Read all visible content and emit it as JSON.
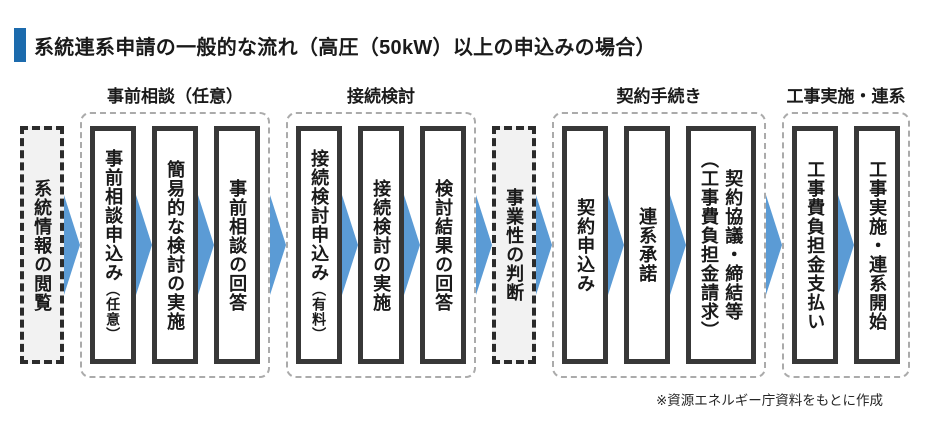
{
  "header": {
    "title": "系統連系申請の一般的な流れ（高圧（50kW）以上の申込みの場合）",
    "accent_color": "#1C6BAD"
  },
  "flow": {
    "arrow_color": "#5B9BD5",
    "standalone_start": {
      "label": "系統情報の閲覧"
    },
    "standalone_decision": {
      "label": "事業性の判断"
    },
    "groups": [
      {
        "label": "事前相談（任意）",
        "boxes": [
          {
            "label": "事前相談申込み",
            "sub": "（任意）"
          },
          {
            "label": "簡易的な検討の実施"
          },
          {
            "label": "事前相談の回答"
          }
        ]
      },
      {
        "label": "接続検討",
        "boxes": [
          {
            "label": "接続検討申込み",
            "sub": "（有料）"
          },
          {
            "label": "接続検討の実施"
          },
          {
            "label": "検討結果の回答"
          }
        ]
      },
      {
        "label": "契約手続き",
        "boxes": [
          {
            "label": "契約申込み"
          },
          {
            "label": "連系承諾"
          },
          {
            "label": "契約協議・締結等",
            "line2": "（工事費負担金請求）"
          }
        ]
      },
      {
        "label": "工事実施・連系",
        "boxes": [
          {
            "label": "工事費負担金支払い"
          },
          {
            "label": "工事実施・連系開始"
          }
        ]
      }
    ]
  },
  "footer": {
    "note": "※資源エネルギー庁資料をもとに作成"
  }
}
